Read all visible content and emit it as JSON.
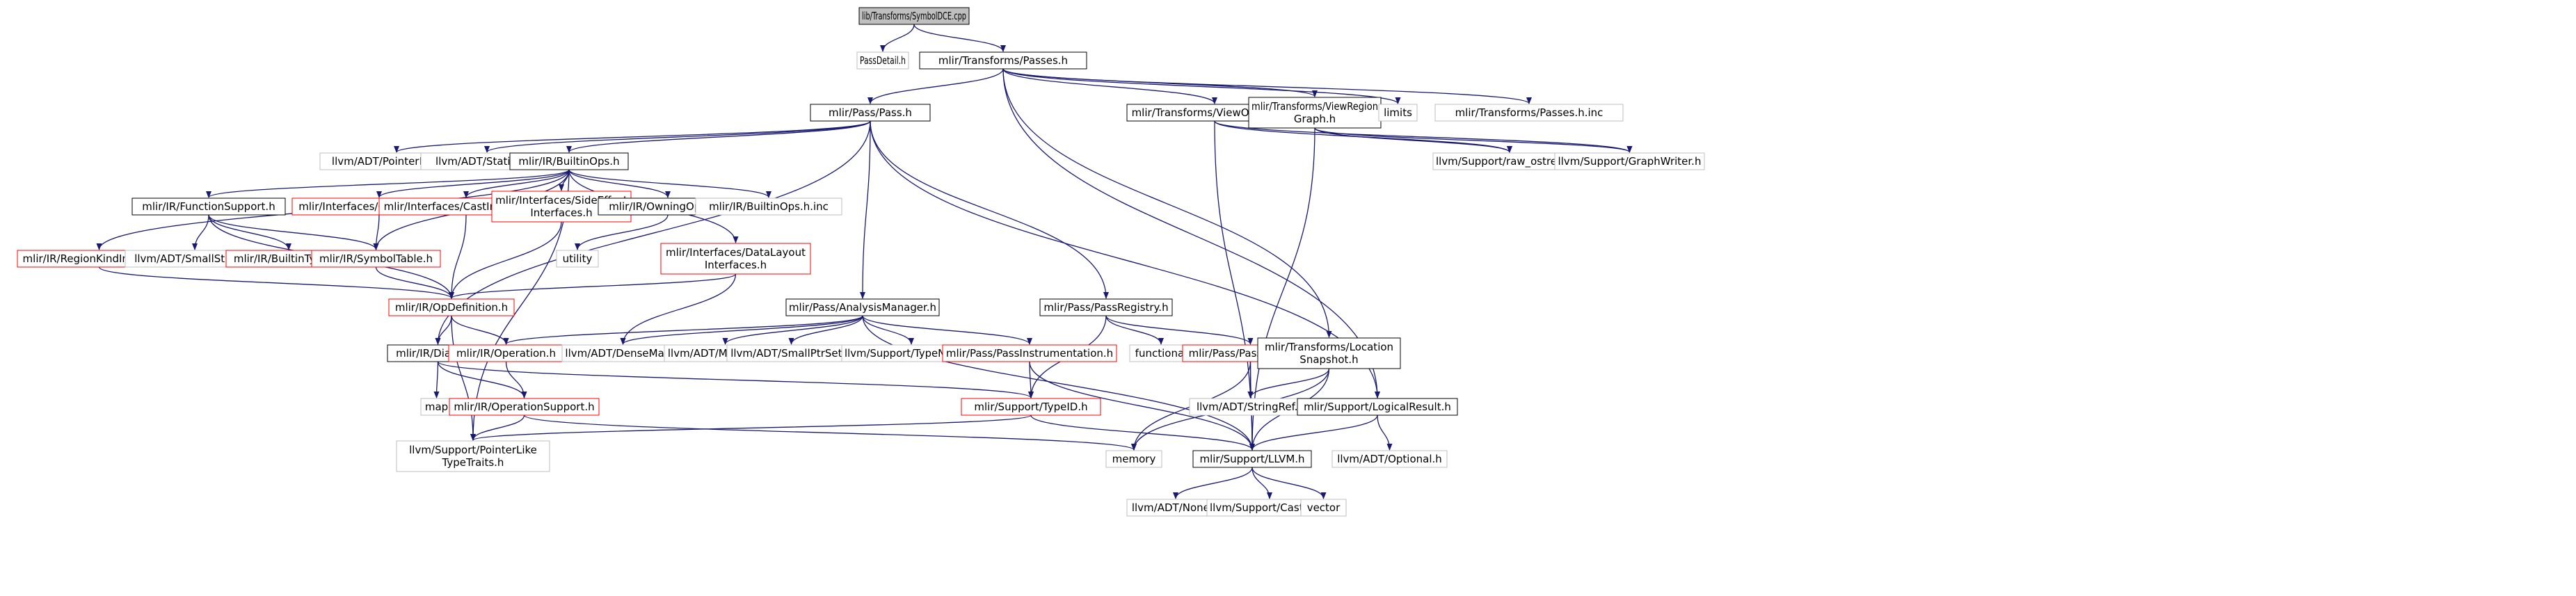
{
  "graph": {
    "nodes": [
      {
        "id": "root",
        "lines": [
          "lib/Transforms/SymbolDCE.cpp"
        ],
        "style": "root"
      },
      {
        "id": "passdetail",
        "lines": [
          "PassDetail.h"
        ],
        "style": "ext"
      },
      {
        "id": "passes",
        "lines": [
          "mlir/Transforms/Passes.h"
        ],
        "style": "normal"
      },
      {
        "id": "pass",
        "lines": [
          "mlir/Pass/Pass.h"
        ],
        "style": "normal"
      },
      {
        "id": "viewopgraph",
        "lines": [
          "mlir/Transforms/ViewOpGraph.h"
        ],
        "style": "normal"
      },
      {
        "id": "viewregiongraph",
        "lines": [
          "mlir/Transforms/ViewRegion",
          "Graph.h"
        ],
        "style": "normal"
      },
      {
        "id": "limits",
        "lines": [
          "limits"
        ],
        "style": "ext"
      },
      {
        "id": "passesinc",
        "lines": [
          "mlir/Transforms/Passes.h.inc"
        ],
        "style": "ext"
      },
      {
        "id": "pointerintpair",
        "lines": [
          "llvm/ADT/PointerIntPair.h"
        ],
        "style": "ext"
      },
      {
        "id": "statistic",
        "lines": [
          "llvm/ADT/Statistic.h"
        ],
        "style": "ext"
      },
      {
        "id": "builtinops",
        "lines": [
          "mlir/IR/BuiltinOps.h"
        ],
        "style": "normal"
      },
      {
        "id": "rawostream",
        "lines": [
          "llvm/Support/raw_ostream.h"
        ],
        "style": "ext"
      },
      {
        "id": "graphwriter",
        "lines": [
          "llvm/Support/GraphWriter.h"
        ],
        "style": "ext"
      },
      {
        "id": "functionsupport",
        "lines": [
          "mlir/IR/FunctionSupport.h"
        ],
        "style": "normal"
      },
      {
        "id": "callinterfaces",
        "lines": [
          "mlir/Interfaces/CallInterfaces.h"
        ],
        "style": "red"
      },
      {
        "id": "castinterfaces",
        "lines": [
          "mlir/Interfaces/CastInterfaces.h"
        ],
        "style": "red"
      },
      {
        "id": "sideeffect",
        "lines": [
          "mlir/Interfaces/SideEffect",
          "Interfaces.h"
        ],
        "style": "red"
      },
      {
        "id": "owningopref",
        "lines": [
          "mlir/IR/OwningOpRef.h"
        ],
        "style": "normal"
      },
      {
        "id": "builtinopsinc",
        "lines": [
          "mlir/IR/BuiltinOps.h.inc"
        ],
        "style": "ext"
      },
      {
        "id": "regionkind",
        "lines": [
          "mlir/IR/RegionKindInterface.h"
        ],
        "style": "red"
      },
      {
        "id": "smallstring",
        "lines": [
          "llvm/ADT/SmallString.h"
        ],
        "style": "ext"
      },
      {
        "id": "builtintypes",
        "lines": [
          "mlir/IR/BuiltinTypes.h"
        ],
        "style": "red"
      },
      {
        "id": "symboltable",
        "lines": [
          "mlir/IR/SymbolTable.h"
        ],
        "style": "red"
      },
      {
        "id": "utility",
        "lines": [
          "utility"
        ],
        "style": "ext"
      },
      {
        "id": "datalayout",
        "lines": [
          "mlir/Interfaces/DataLayout",
          "Interfaces.h"
        ],
        "style": "red"
      },
      {
        "id": "opdefinition",
        "lines": [
          "mlir/IR/OpDefinition.h"
        ],
        "style": "red"
      },
      {
        "id": "analysismanager",
        "lines": [
          "mlir/Pass/AnalysisManager.h"
        ],
        "style": "normal"
      },
      {
        "id": "passregistry",
        "lines": [
          "mlir/Pass/PassRegistry.h"
        ],
        "style": "normal"
      },
      {
        "id": "dialect",
        "lines": [
          "mlir/IR/Dialect.h"
        ],
        "style": "normal"
      },
      {
        "id": "operation",
        "lines": [
          "mlir/IR/Operation.h"
        ],
        "style": "red"
      },
      {
        "id": "densemap",
        "lines": [
          "llvm/ADT/DenseMap.h"
        ],
        "style": "ext"
      },
      {
        "id": "mapvector",
        "lines": [
          "llvm/ADT/MapVector.h"
        ],
        "style": "ext"
      },
      {
        "id": "smallptrset",
        "lines": [
          "llvm/ADT/SmallPtrSet.h"
        ],
        "style": "ext"
      },
      {
        "id": "typename",
        "lines": [
          "llvm/Support/TypeName.h"
        ],
        "style": "ext"
      },
      {
        "id": "passinstrumentation",
        "lines": [
          "mlir/Pass/PassInstrumentation.h"
        ],
        "style": "red"
      },
      {
        "id": "functional",
        "lines": [
          "functional"
        ],
        "style": "ext"
      },
      {
        "id": "passoptions",
        "lines": [
          "mlir/Pass/PassOptions.h"
        ],
        "style": "red"
      },
      {
        "id": "locationsnapshot",
        "lines": [
          "mlir/Transforms/Location",
          "Snapshot.h"
        ],
        "style": "normal"
      },
      {
        "id": "map",
        "lines": [
          "map"
        ],
        "style": "ext"
      },
      {
        "id": "operationsupport",
        "lines": [
          "mlir/IR/OperationSupport.h"
        ],
        "style": "red"
      },
      {
        "id": "typeid",
        "lines": [
          "mlir/Support/TypeID.h"
        ],
        "style": "red"
      },
      {
        "id": "stringref",
        "lines": [
          "llvm/ADT/StringRef.h"
        ],
        "style": "ext"
      },
      {
        "id": "logicalresult",
        "lines": [
          "mlir/Support/LogicalResult.h"
        ],
        "style": "normal"
      },
      {
        "id": "pointerlike",
        "lines": [
          "llvm/Support/PointerLike",
          "TypeTraits.h"
        ],
        "style": "ext"
      },
      {
        "id": "memory",
        "lines": [
          "memory"
        ],
        "style": "ext"
      },
      {
        "id": "llvmh",
        "lines": [
          "mlir/Support/LLVM.h"
        ],
        "style": "normal"
      },
      {
        "id": "optional",
        "lines": [
          "llvm/ADT/Optional.h"
        ],
        "style": "ext"
      },
      {
        "id": "none",
        "lines": [
          "llvm/ADT/None.h"
        ],
        "style": "ext"
      },
      {
        "id": "casting",
        "lines": [
          "llvm/Support/Casting.h"
        ],
        "style": "ext"
      },
      {
        "id": "vector",
        "lines": [
          "vector"
        ],
        "style": "ext"
      }
    ],
    "edges": [
      [
        "root",
        "passdetail"
      ],
      [
        "root",
        "passes"
      ],
      [
        "passes",
        "pass"
      ],
      [
        "passes",
        "viewopgraph"
      ],
      [
        "passes",
        "viewregiongraph"
      ],
      [
        "passes",
        "limits"
      ],
      [
        "passes",
        "passesinc"
      ],
      [
        "passes",
        "locationsnapshot"
      ],
      [
        "passes",
        "logicalresult"
      ],
      [
        "pass",
        "pointerintpair"
      ],
      [
        "pass",
        "statistic"
      ],
      [
        "pass",
        "builtinops"
      ],
      [
        "pass",
        "analysismanager"
      ],
      [
        "pass",
        "passregistry"
      ],
      [
        "pass",
        "dialect"
      ],
      [
        "pass",
        "logicalresult"
      ],
      [
        "viewopgraph",
        "rawostream"
      ],
      [
        "viewopgraph",
        "graphwriter"
      ],
      [
        "viewopgraph",
        "llvmh"
      ],
      [
        "viewregiongraph",
        "rawostream"
      ],
      [
        "viewregiongraph",
        "graphwriter"
      ],
      [
        "viewregiongraph",
        "llvmh"
      ],
      [
        "builtinops",
        "functionsupport"
      ],
      [
        "builtinops",
        "callinterfaces"
      ],
      [
        "builtinops",
        "castinterfaces"
      ],
      [
        "builtinops",
        "sideeffect"
      ],
      [
        "builtinops",
        "owningopref"
      ],
      [
        "builtinops",
        "builtinopsinc"
      ],
      [
        "builtinops",
        "regionkind"
      ],
      [
        "builtinops",
        "symboltable"
      ],
      [
        "builtinops",
        "datalayout"
      ],
      [
        "builtinops",
        "pointerlike"
      ],
      [
        "functionsupport",
        "smallstring"
      ],
      [
        "functionsupport",
        "builtintypes"
      ],
      [
        "functionsupport",
        "symboltable"
      ],
      [
        "functionsupport",
        "opdefinition"
      ],
      [
        "callinterfaces",
        "symboltable"
      ],
      [
        "castinterfaces",
        "opdefinition"
      ],
      [
        "sideeffect",
        "opdefinition"
      ],
      [
        "owningopref",
        "utility"
      ],
      [
        "regionkind",
        "opdefinition"
      ],
      [
        "symboltable",
        "opdefinition"
      ],
      [
        "datalayout",
        "opdefinition"
      ],
      [
        "datalayout",
        "densemap"
      ],
      [
        "opdefinition",
        "dialect"
      ],
      [
        "opdefinition",
        "operation"
      ],
      [
        "opdefinition",
        "pointerlike"
      ],
      [
        "analysismanager",
        "operation"
      ],
      [
        "analysismanager",
        "densemap"
      ],
      [
        "analysismanager",
        "mapvector"
      ],
      [
        "analysismanager",
        "smallptrset"
      ],
      [
        "analysismanager",
        "typename"
      ],
      [
        "analysismanager",
        "passinstrumentation"
      ],
      [
        "analysismanager",
        "llvmh"
      ],
      [
        "passregistry",
        "functional"
      ],
      [
        "passregistry",
        "passoptions"
      ],
      [
        "passregistry",
        "typeid"
      ],
      [
        "dialect",
        "map"
      ],
      [
        "dialect",
        "operationsupport"
      ],
      [
        "dialect",
        "typeid"
      ],
      [
        "operation",
        "operationsupport"
      ],
      [
        "operationsupport",
        "pointerlike"
      ],
      [
        "operationsupport",
        "memory"
      ],
      [
        "passinstrumentation",
        "typeid"
      ],
      [
        "passinstrumentation",
        "llvmh"
      ],
      [
        "passoptions",
        "memory"
      ],
      [
        "passoptions",
        "stringref"
      ],
      [
        "passoptions",
        "llvmh"
      ],
      [
        "locationsnapshot",
        "stringref"
      ],
      [
        "locationsnapshot",
        "memory"
      ],
      [
        "locationsnapshot",
        "llvmh"
      ],
      [
        "typeid",
        "pointerlike"
      ],
      [
        "typeid",
        "llvmh"
      ],
      [
        "logicalresult",
        "llvmh"
      ],
      [
        "logicalresult",
        "optional"
      ],
      [
        "llvmh",
        "none"
      ],
      [
        "llvmh",
        "casting"
      ],
      [
        "llvmh",
        "vector"
      ]
    ]
  },
  "colors": {
    "edge": "#191970",
    "root_fill": "#bfbfbf",
    "root_border": "#000000",
    "normal_border": "#000000",
    "red_border": "#ff0000",
    "ext_border": "#bfbfbf",
    "text": "#000000",
    "ext_text": "#000000"
  }
}
